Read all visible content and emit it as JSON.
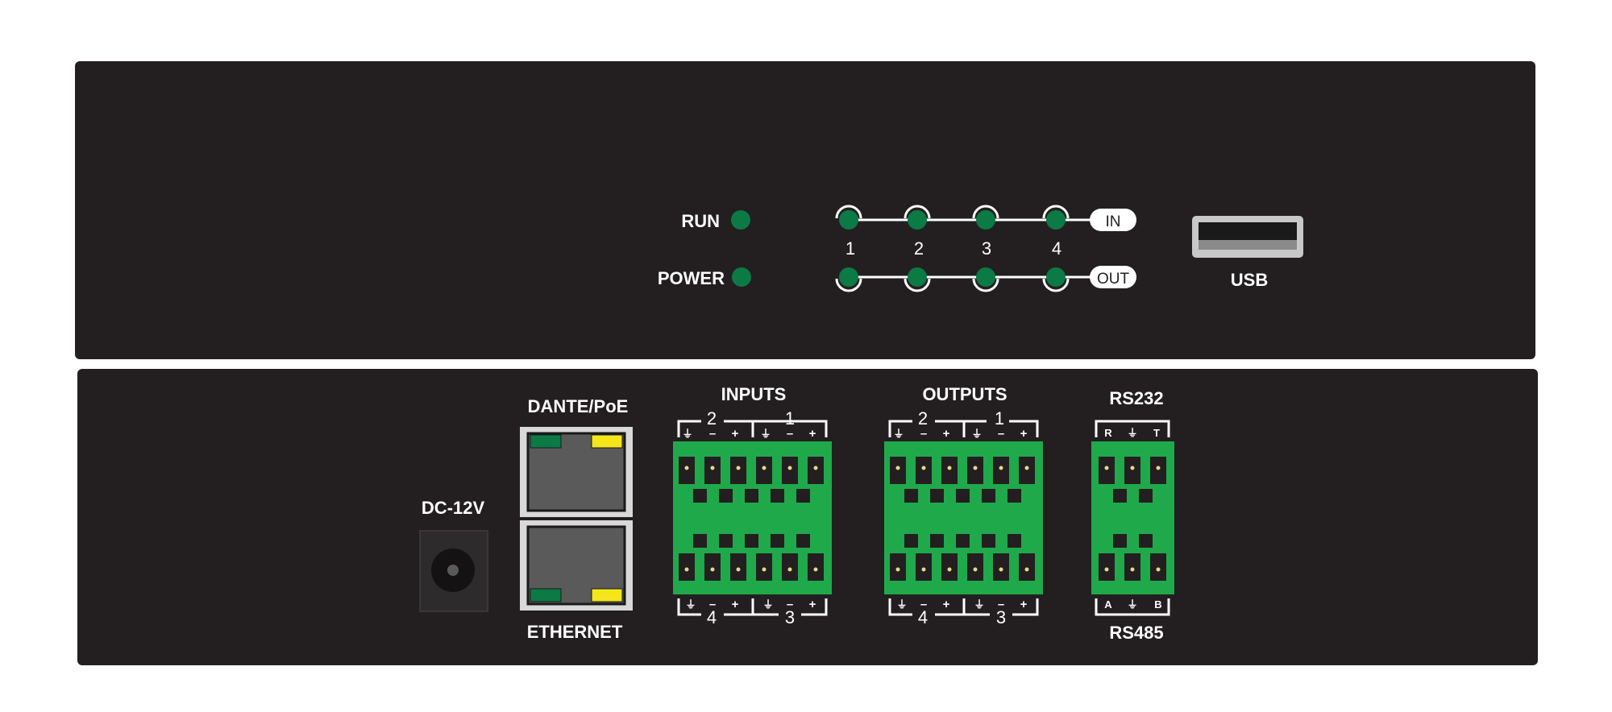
{
  "colors": {
    "panel": "#231f20",
    "led": "#0b7a45",
    "terminal": "#1fa94b",
    "port_frame": "#d9d9d9",
    "port_inner": "#5a5a5a",
    "port_led_green": "#0b7a45",
    "port_led_yellow": "#f5e61c"
  },
  "front": {
    "run_label": "RUN",
    "power_label": "POWER",
    "channels": [
      "1",
      "2",
      "3",
      "4"
    ],
    "in_label": "IN",
    "out_label": "OUT",
    "usb_label": "USB"
  },
  "rear": {
    "dc_label": "DC-12V",
    "dante_label": "DANTE/PoE",
    "ethernet_label": "ETHERNET",
    "inputs_label": "INPUTS",
    "outputs_label": "OUTPUTS",
    "rs232_label": "RS232",
    "rs485_label": "RS485",
    "terminal_pins": [
      "⏚",
      "–",
      "+"
    ],
    "block_top_numbers": [
      "2",
      "1"
    ],
    "block_bottom_numbers": [
      "4",
      "3"
    ],
    "rs232_pins": [
      "R",
      "⏚",
      "T"
    ],
    "rs485_pins": [
      "A",
      "⏚",
      "B"
    ]
  }
}
